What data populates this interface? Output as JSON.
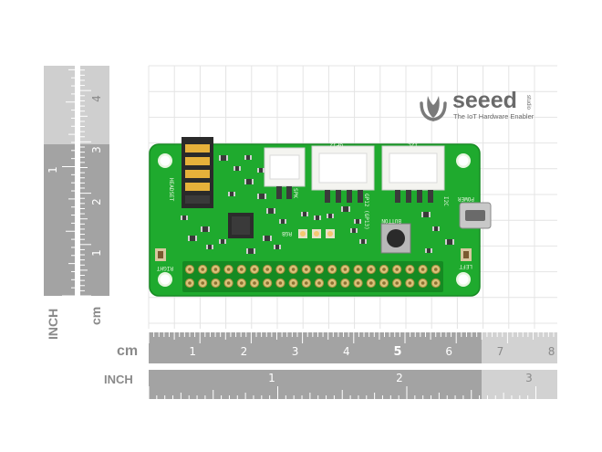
{
  "brand": {
    "name": "seeed",
    "side_text": "studio",
    "tagline": "The IoT Hardware Enabler"
  },
  "ruler_bottom_cm": {
    "unit": "cm",
    "numbers": [
      "1",
      "2",
      "3",
      "4",
      "5",
      "6",
      "7",
      "8"
    ],
    "highlight": "5"
  },
  "ruler_bottom_inch": {
    "unit": "INCH",
    "numbers": [
      "1",
      "2",
      "3"
    ]
  },
  "ruler_left_inch": {
    "unit": "INCH",
    "numbers": [
      "1"
    ]
  },
  "ruler_left_cm": {
    "unit": "cm",
    "numbers": [
      "1",
      "2",
      "3",
      "4"
    ]
  },
  "board_labels": {
    "gp12": "GP12",
    "i2c_top": "I2C",
    "headset": "HEADSET",
    "spk": "SPK",
    "power": "POWER",
    "i2c_side": "I2C",
    "gp12_side": "GP12\n(GP13)",
    "button": "BUTTON",
    "rgb": "RGB",
    "right": "RIGHT",
    "left": "LEFT"
  },
  "colors": {
    "pcb": "#1faa2e",
    "ruler_gray": "#9c9c9c",
    "ruler_light": "#cfcfcf",
    "grid": "#e2e2e2"
  }
}
